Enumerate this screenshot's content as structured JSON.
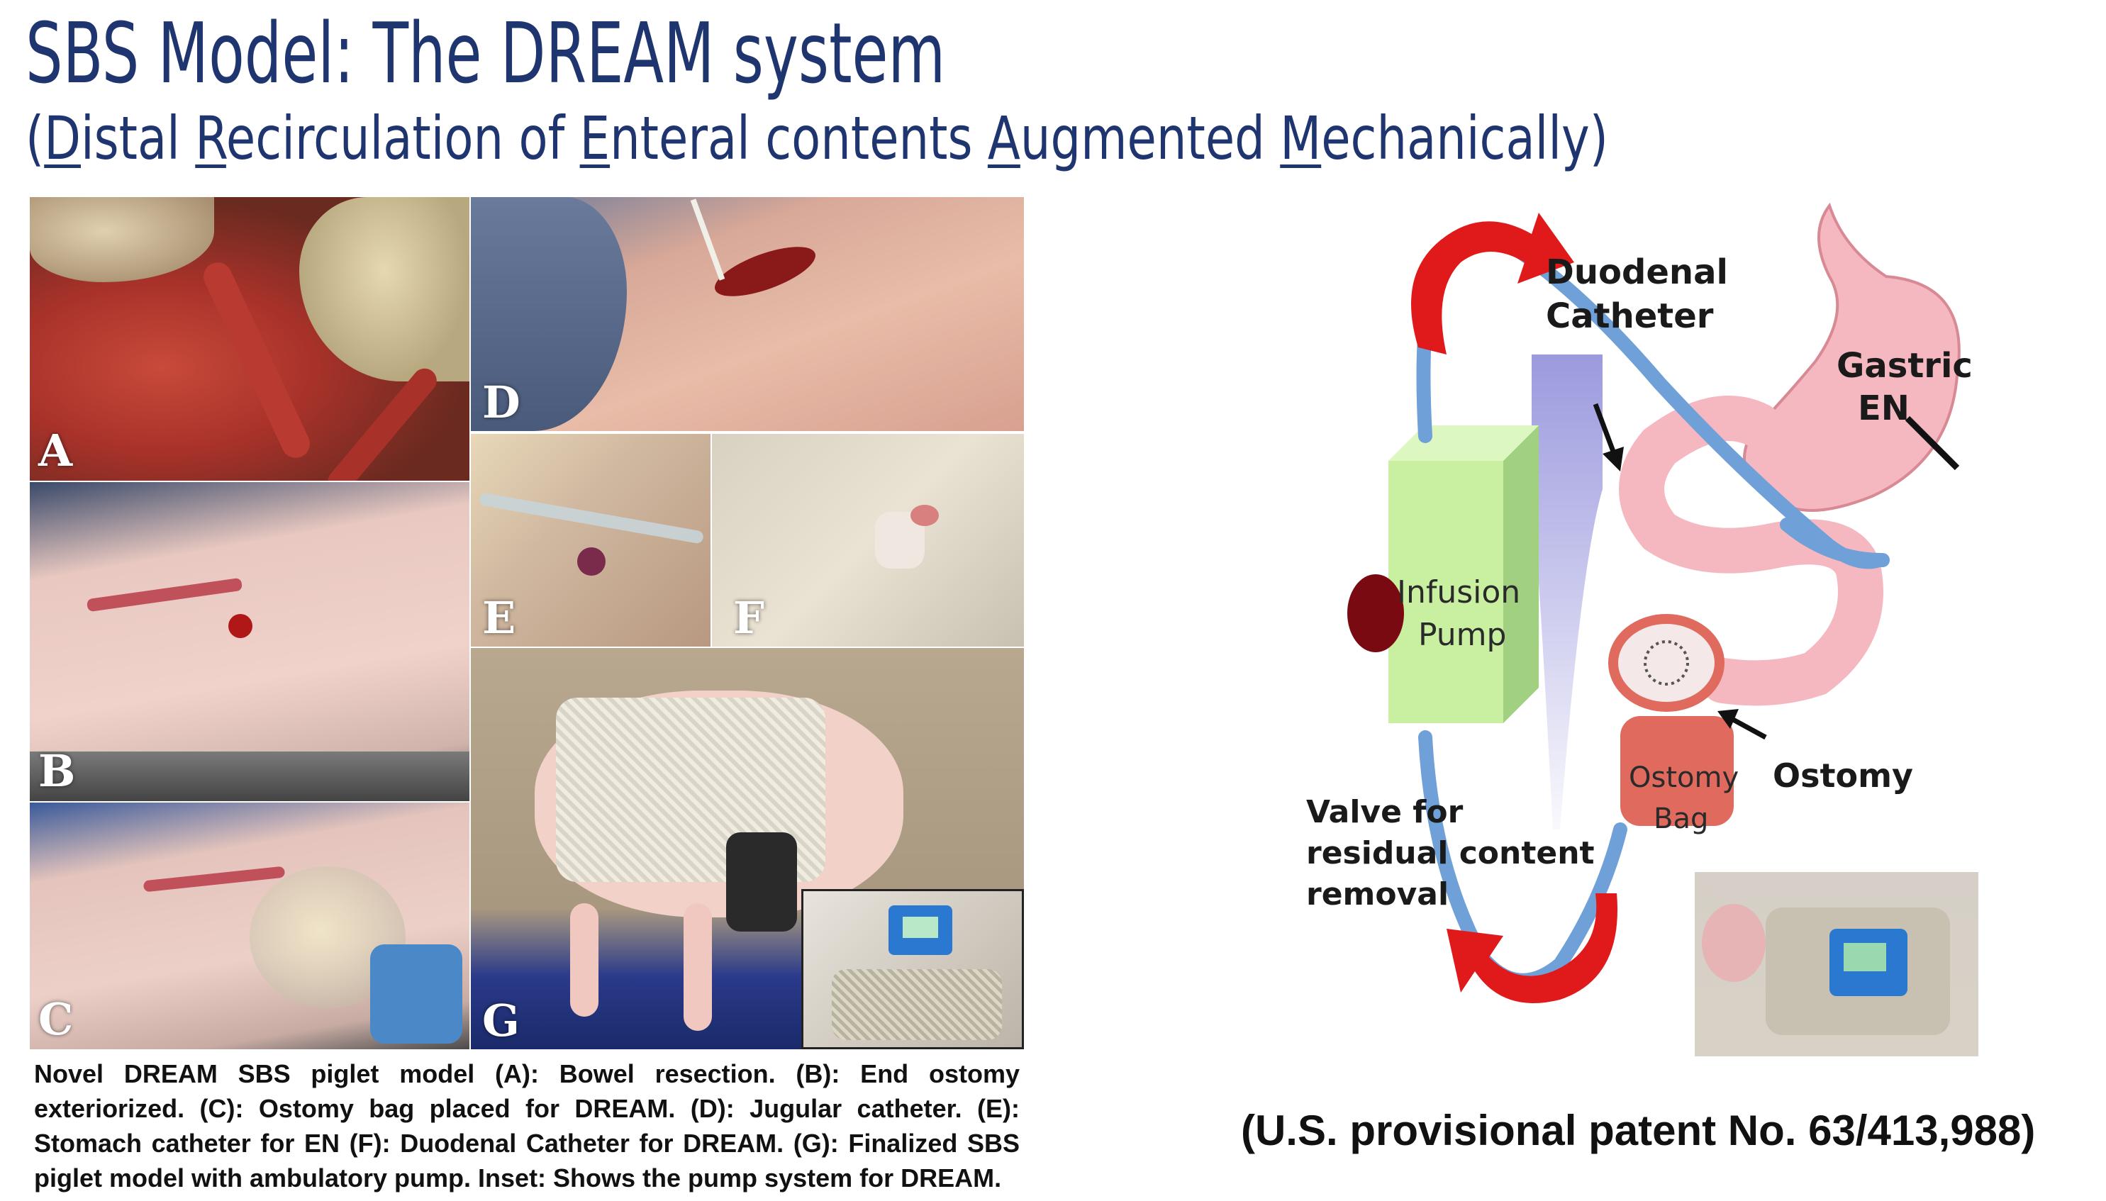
{
  "header": {
    "title": "SBS Model: The DREAM system",
    "subtitle_parts": {
      "open": "(",
      "d": "D",
      "d_rest": "istal ",
      "r": "R",
      "r_rest": "ecirculation of ",
      "e": "E",
      "e_rest": "nteral contents ",
      "a": "A",
      "a_rest": "ugmented ",
      "m": "M",
      "m_rest": "echanically)"
    }
  },
  "photo_panels": {
    "a": "A",
    "b": "B",
    "c": "C",
    "d": "D",
    "e": "E",
    "f": "F",
    "g": "G"
  },
  "caption": "Novel DREAM SBS piglet model (A): Bowel resection. (B): End ostomy exteriorized. (C): Ostomy bag placed for DREAM. (D): Jugular catheter. (E): Stomach catheter for EN (F): Duodenal Catheter for DREAM. (G): Finalized SBS piglet model with ambulatory pump. Inset: Shows the pump system for DREAM.",
  "diagram": {
    "duodenal_catheter_line1": "Duodenal",
    "duodenal_catheter_line2": "Catheter",
    "gastric_line1": "Gastric",
    "gastric_line2": "EN",
    "pump_line1": "Infusion",
    "pump_line2": "Pump",
    "ostomy": "Ostomy",
    "ostomy_bag_line1": "Ostomy",
    "ostomy_bag_line2": "Bag",
    "valve_line1": "Valve for",
    "valve_line2": "residual content",
    "valve_line3": "removal",
    "colors": {
      "tube": "#6fa0d8",
      "arrow": "#e01a1a",
      "pump": "#c8f0a0",
      "stomach": "#f5b8c0",
      "bag": "#e06a5e",
      "valve": "#7a0a12",
      "catheter_gradient": "#8a88d8"
    }
  },
  "patent": "(U.S. provisional patent No. 63/413,988)"
}
